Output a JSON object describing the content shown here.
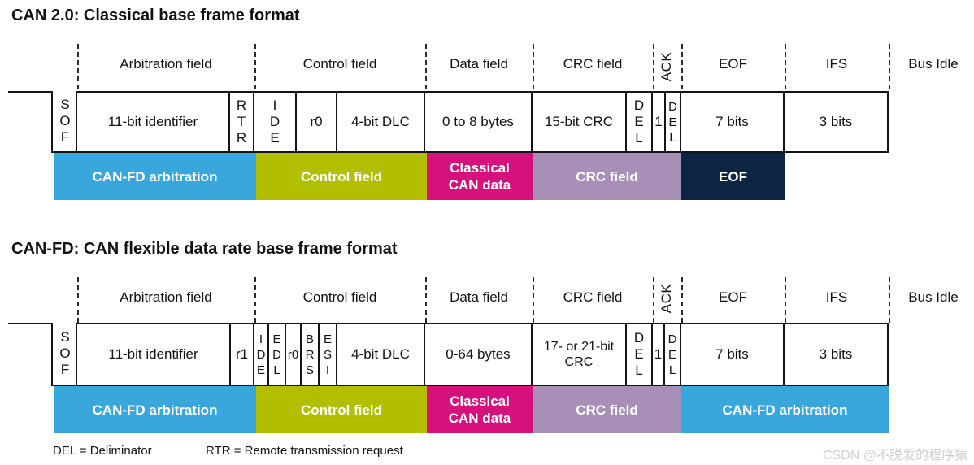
{
  "page": {
    "title_can20": "CAN 2.0: Classical base frame format",
    "title_canfd": "CAN-FD: CAN flexible data rate base frame format",
    "legend_del": "DEL = Deliminator",
    "legend_rtr": "RTR = Remote transmission request",
    "watermark": "CSDN @不脱发的程序猿"
  },
  "field_labels": {
    "arbitration": "Arbitration field",
    "control": "Control field",
    "data": "Data field",
    "crc": "CRC field",
    "ack": "ACK",
    "eof": "EOF",
    "ifs": "IFS",
    "bus_idle": "Bus Idle"
  },
  "colors": {
    "arbitration_blue": "#3AA7DC",
    "control_green": "#B2BE00",
    "data_magenta": "#D6117E",
    "crc_purple": "#A78FB8",
    "eof_navy": "#0E2443",
    "line_black": "#151515"
  },
  "can20": {
    "cells": {
      "sof": "S\nO\nF",
      "identifier": "11-bit identifier",
      "rtr": "R\nT\nR",
      "ide": "I\nD\nE",
      "r0": "r0",
      "dlc": "4-bit DLC",
      "data": "0 to 8 bytes",
      "crc": "15-bit CRC",
      "del1": "D\nE\nL",
      "ack_slot": "1",
      "del2": "D\nE\nL",
      "eof": "7 bits",
      "ifs": "3 bits"
    },
    "bars": {
      "arbitration": "CAN-FD arbitration",
      "control": "Control field",
      "data": "Classical\nCAN data",
      "crc": "CRC field",
      "eof": "EOF"
    }
  },
  "canfd": {
    "cells": {
      "sof": "S\nO\nF",
      "identifier": "11-bit identifier",
      "r1": "r1",
      "ide": "I\nD\nE",
      "edl": "E\nD\nL",
      "r0": "r0",
      "brs": "B\nR\nS",
      "esi": "E\nS\nI",
      "dlc": "4-bit DLC",
      "data": "0-64 bytes",
      "crc": "17- or 21-bit CRC",
      "del1": "D\nE\nL",
      "ack_slot": "1",
      "del2": "D\nE\nL",
      "eof": "7 bits",
      "ifs": "3 bits"
    },
    "bars": {
      "arbitration": "CAN-FD arbitration",
      "control": "Control field",
      "data": "Classical\nCAN data",
      "crc": "CRC field",
      "tail": "CAN-FD arbitration"
    }
  }
}
